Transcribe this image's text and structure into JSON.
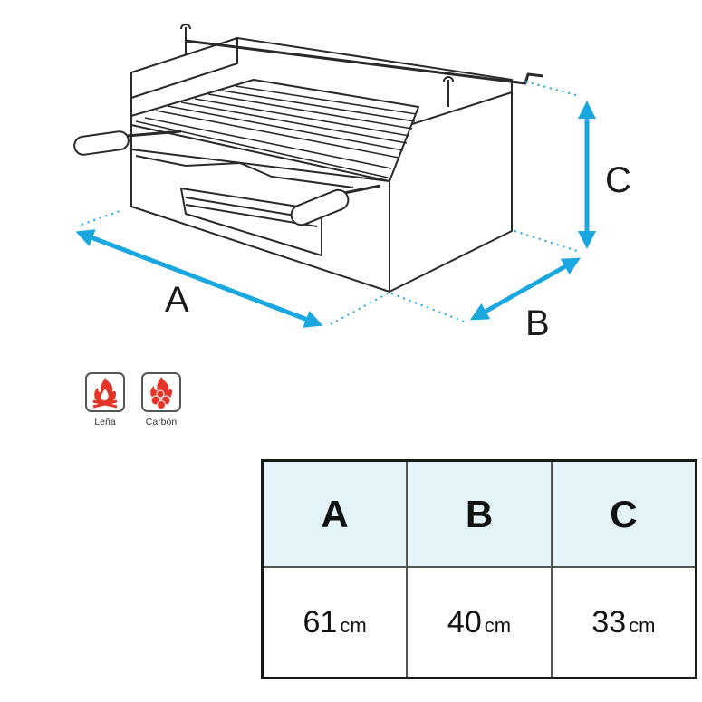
{
  "diagram": {
    "dimension_labels": {
      "a": "A",
      "b": "B",
      "c": "C"
    },
    "colors": {
      "arrow": "#1aa7e0",
      "outline": "#2a2a2a",
      "fire": "#e3342a"
    }
  },
  "fuel_types": [
    {
      "label": "Leña",
      "icon": "wood-fire-icon"
    },
    {
      "label": "Carbón",
      "icon": "charcoal-fire-icon"
    }
  ],
  "dimensions_table": {
    "headers": [
      "A",
      "B",
      "C"
    ],
    "rows": [
      [
        {
          "value": "61",
          "unit": "cm"
        },
        {
          "value": "40",
          "unit": "cm"
        },
        {
          "value": "33",
          "unit": "cm"
        }
      ]
    ]
  }
}
